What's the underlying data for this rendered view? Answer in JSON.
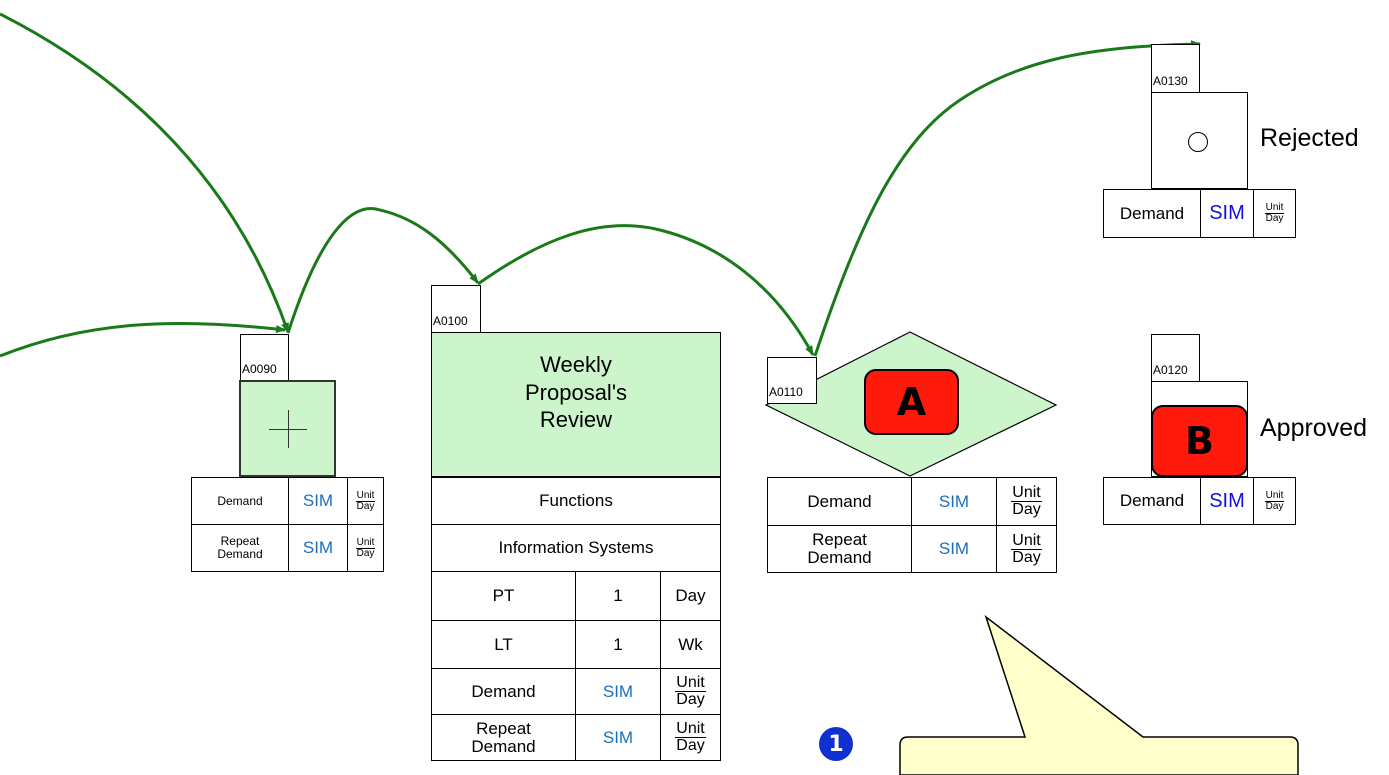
{
  "nodes": {
    "a0090": {
      "id": "A0090",
      "rows": [
        {
          "label": "Demand",
          "value": "SIM",
          "unit_top": "Unit",
          "unit_bottom": "Day"
        },
        {
          "label": "Repeat Demand",
          "value": "SIM",
          "unit_top": "Unit",
          "unit_bottom": "Day"
        }
      ]
    },
    "a0100": {
      "id": "A0100",
      "title": "Weekly Proposal's Review",
      "functions_label": "Functions",
      "systems_label": "Information Systems",
      "pt": {
        "label": "PT",
        "value": "1",
        "unit": "Day"
      },
      "lt": {
        "label": "LT",
        "value": "1",
        "unit": "Wk"
      },
      "rows": [
        {
          "label": "Demand",
          "value": "SIM",
          "unit_top": "Unit",
          "unit_bottom": "Day"
        },
        {
          "label": "Repeat Demand",
          "value": "SIM",
          "unit_top": "Unit",
          "unit_bottom": "Day"
        }
      ]
    },
    "a0110": {
      "id": "A0110",
      "badge": "A",
      "rows": [
        {
          "label": "Demand",
          "value": "SIM",
          "unit_top": "Unit",
          "unit_bottom": "Day"
        },
        {
          "label": "Repeat Demand",
          "value": "SIM",
          "unit_top": "Unit",
          "unit_bottom": "Day"
        }
      ]
    },
    "a0120": {
      "id": "A0120",
      "badge": "B",
      "outcome": "Approved",
      "row": {
        "label": "Demand",
        "value": "SIM",
        "unit_top": "Unit",
        "unit_bottom": "Day"
      }
    },
    "a0130": {
      "id": "A0130",
      "outcome": "Rejected",
      "row": {
        "label": "Demand",
        "value": "SIM",
        "unit_top": "Unit",
        "unit_bottom": "Day"
      }
    }
  },
  "callout": {
    "number": "1"
  },
  "colors": {
    "fill_green": "#ccf5cc",
    "arrow_green": "#1a7a1a",
    "badge_red": "#ff1a0d",
    "sim_blue": "#1a6fbd",
    "callout_fill": "#ffffcc",
    "callout_marker": "#1030d0"
  }
}
